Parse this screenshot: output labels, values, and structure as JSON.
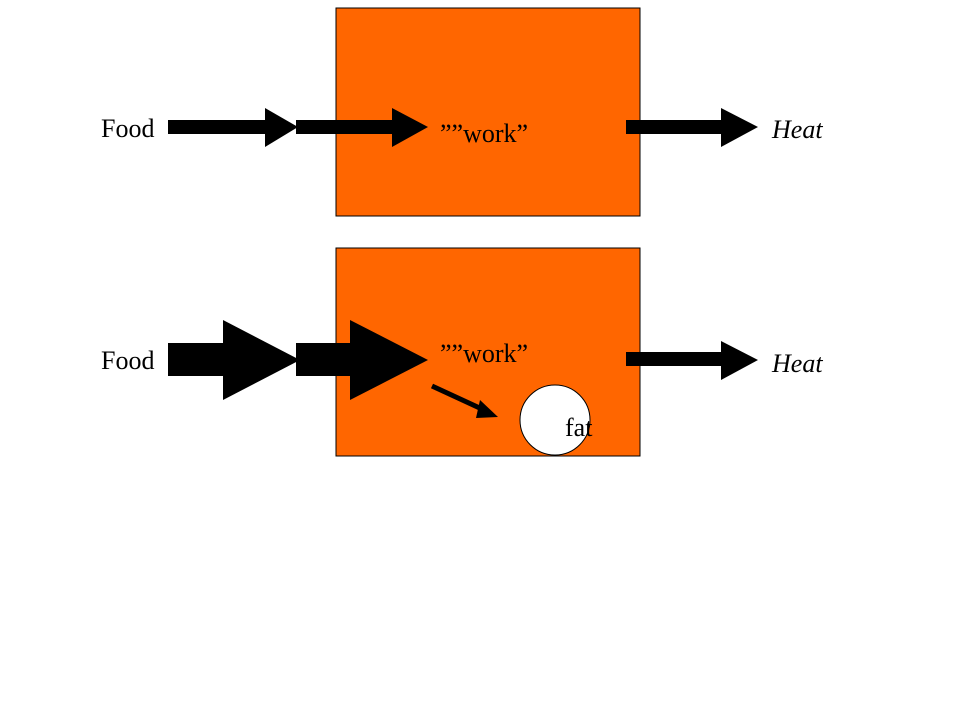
{
  "colors": {
    "body_fill": "#ff6600",
    "body_stroke": "#000000",
    "arrow": "#000000",
    "fat_fill": "#ffffff",
    "background": "#ffffff"
  },
  "scenarios": [
    {
      "food_label": "Food",
      "work_label": "””work”",
      "heat_label": "Heat",
      "food_intake": "normal"
    },
    {
      "food_label": "Food",
      "work_label": "””work”",
      "heat_label": "Heat",
      "food_intake": "large",
      "fat_label": "fat"
    }
  ]
}
